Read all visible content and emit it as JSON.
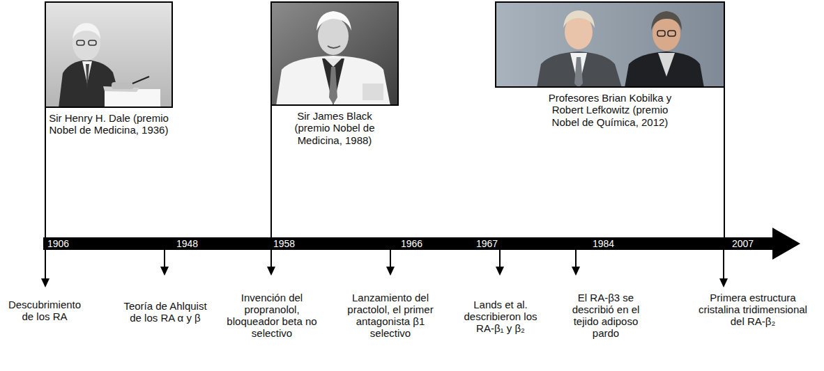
{
  "diagram": {
    "nodes": [
      {
        "text": [
          "Sir Henry H. Dale (premio Nobel de Medicina, 1936)"
        ]
      },
      {
        "text": [
          "Sir James Black (premio Nobel de Medicina, 1988)"
        ]
      },
      {
        "text": [
          "Profesores Brian Kobilka y Robert Lefkowitz (premio Nobel de Química, 2012)"
        ]
      },
      {
        "text": [
          "1906",
          "1948",
          "1958",
          "1966",
          "1967",
          "1984",
          "2007"
        ]
      }
    ],
    "edges": [
      {
        "from": 0,
        "to": 3,
        "arrow": "none"
      },
      {
        "from": 1,
        "to": 3,
        "arrow": "none"
      },
      {
        "from": 2,
        "to": 3,
        "arrow": "none"
      }
    ],
    "labels": [
      "Descubrimiento de los RA",
      "Teoría de Ahlquist de los RA α y β",
      "Invención del propranolol, bloqueador beta no selectivo",
      "Lanzamiento del practolol, el primer antagonista β1 selectivo",
      "Lands et al. describieron los RA-β₁ y β₂",
      "El RA-β3 se describió en el tejido adiposo pardo",
      "Primera estructura cristalina tridimensional del RA-β₂"
    ]
  }
}
